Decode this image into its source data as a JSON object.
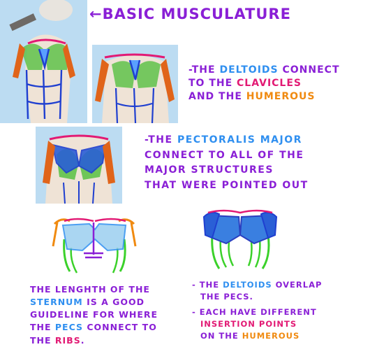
{
  "title": "←Basic Musculature",
  "note1": {
    "l1_a": "-The ",
    "l1_b": "Deltoids",
    "l1_c": " connect",
    "l2_a": "to the ",
    "l2_b": "Clavicles",
    "l3_a": "and the ",
    "l3_b": "Humerous"
  },
  "note2": {
    "l1_a": "-The ",
    "l1_b": "Pectoralis major",
    "l2": "connect to all of the",
    "l3": "major structures",
    "l4": "that were pointed out"
  },
  "note3": {
    "l1": "The lenghth of the",
    "l2_a": "sternum",
    "l2_b": " is a good",
    "l3": "guideline for where",
    "l4_a": "the ",
    "l4_b": "pecs",
    "l4_c": " connect to",
    "l5_a": "the ",
    "l5_b": "ribs",
    "l5_c": "."
  },
  "note4": {
    "l1_a": "- The ",
    "l1_b": "Deltoids",
    "l1_c": " overlap",
    "l2": "the pecs.",
    "l3": "- Each have different",
    "l4": "insertion points",
    "l5_a": "on the ",
    "l5_b": "Humerous"
  },
  "colors": {
    "purple": "#8a1fd6",
    "blue": "#2f8ff0",
    "pink": "#e21a74",
    "orange": "#f08a10",
    "green": "#3bd12a",
    "sky": "#bcdcf2"
  }
}
